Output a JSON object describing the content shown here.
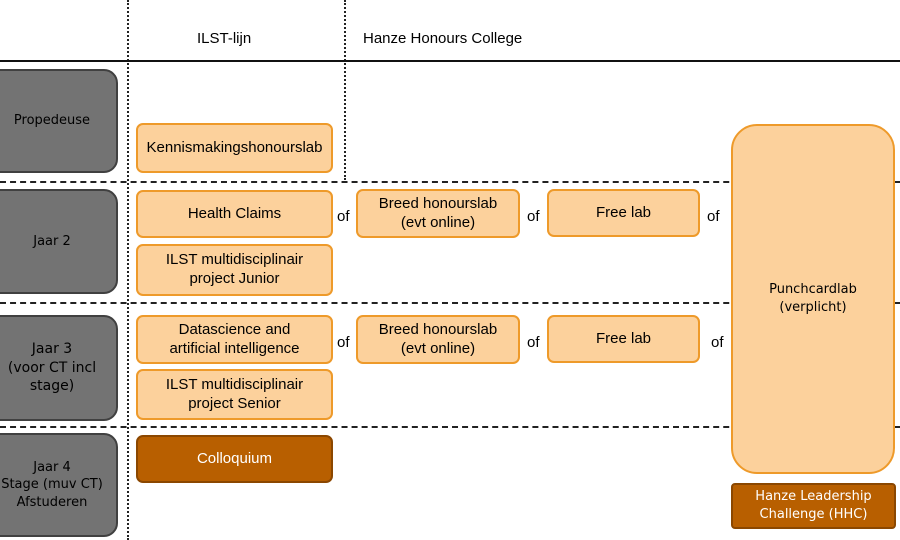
{
  "headers": {
    "col1": "ILST-lijn",
    "col2": "Hanze Honours College"
  },
  "years": [
    {
      "label": "Propedeuse"
    },
    {
      "label": "Jaar 2"
    },
    {
      "label": "Jaar 3\n(voor CT incl\nstage)"
    },
    {
      "label": "Jaar 4\nStage (muv CT)\nAfstuderen"
    }
  ],
  "ilst": {
    "kennismaking": "Kennismakingshonourslab",
    "health_claims": "Health Claims",
    "project_junior": "ILST multidisciplinair\nproject Junior",
    "datascience": "Datascience and\nartificial intelligence",
    "project_senior": "ILST multidisciplinair\nproject Senior",
    "colloquium": "Colloquium"
  },
  "hhc": {
    "breed_1": "Breed honourslab\n(evt online)",
    "free_1": "Free lab",
    "breed_2": "Breed honourslab\n(evt online)",
    "free_2": "Free lab",
    "punchcard": "Punchcardlab\n(verplicht)",
    "leadership": "Hanze Leadership\nChallenge (HHC)"
  },
  "connector": "of",
  "colors": {
    "orange_fill": "#fcd19c",
    "orange_border": "#ee9a2a",
    "dark_fill": "#b85f00",
    "grey_fill": "#737373"
  }
}
